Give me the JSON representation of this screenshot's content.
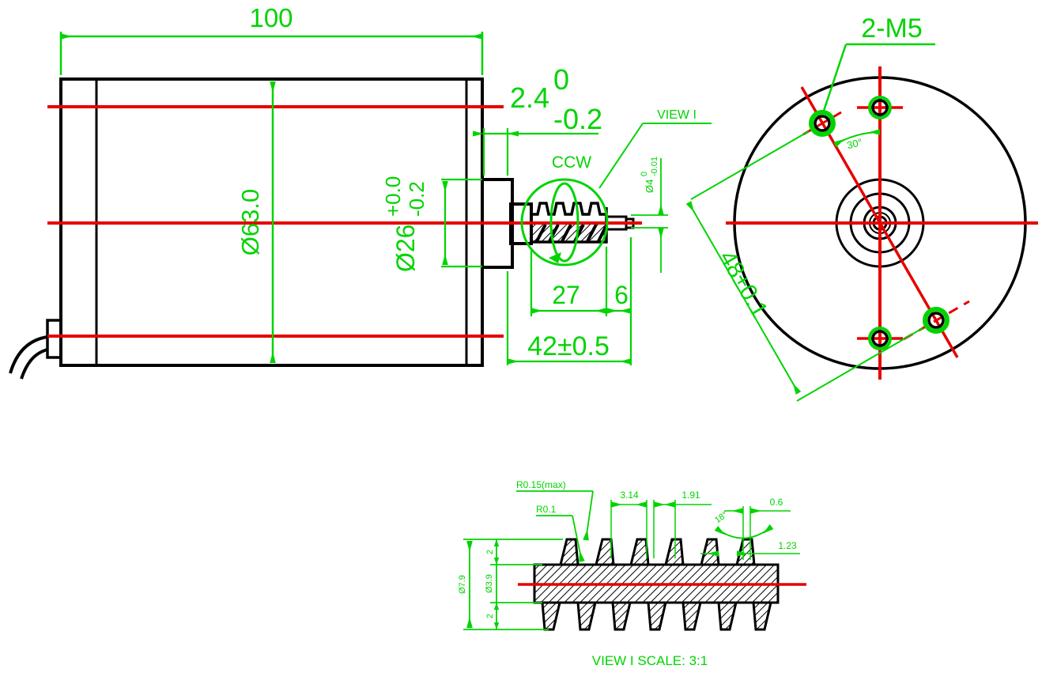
{
  "drawing": {
    "type": "engineering-drawing",
    "part": "dc-motor-with-worm-shaft"
  },
  "colors": {
    "dimension_green": "#00d400",
    "centerline_red": "#e60000",
    "outline_black": "#000000",
    "background": "#ffffff"
  },
  "side_view": {
    "dim_body_length": "100",
    "dim_body_diameter": "Ø63.0",
    "dim_boss_diameter": "Ø26",
    "boss_tol_plus": "+0.0",
    "boss_tol_minus": "-0.2",
    "dim_shoulder": "2.4",
    "shoulder_tol_plus": "0",
    "shoulder_tol_minus": "-0.2",
    "rotation_label": "CCW",
    "view_ref_label": "VIEW I",
    "dim_shaft_diameter": "Ø4",
    "shaft_tol_plus": "0",
    "shaft_tol_minus": "-0.01",
    "dim_worm_length": "27",
    "dim_tip_length": "6",
    "dim_shaft_length": "42±0.5"
  },
  "face_view": {
    "holes_label": "2-M5",
    "angle_label": "30°",
    "dim_hole_spacing": "48±0.1"
  },
  "detail_view": {
    "radius_max_label": "R0.15(max)",
    "radius_root_label": "R0.1",
    "dim_pitch": "3.14",
    "dim_root_spacing": "1.91",
    "dim_crest_width": "0.6",
    "angle_flank": "18°",
    "dim_root_gap": "1.23",
    "dim_outer_diameter": "Ø7.9",
    "dim_root_diameter": "Ø3.9",
    "dim_tooth_depth_top": "2",
    "dim_tooth_depth_bottom": "2",
    "caption": "VIEW I  SCALE: 3:1"
  }
}
